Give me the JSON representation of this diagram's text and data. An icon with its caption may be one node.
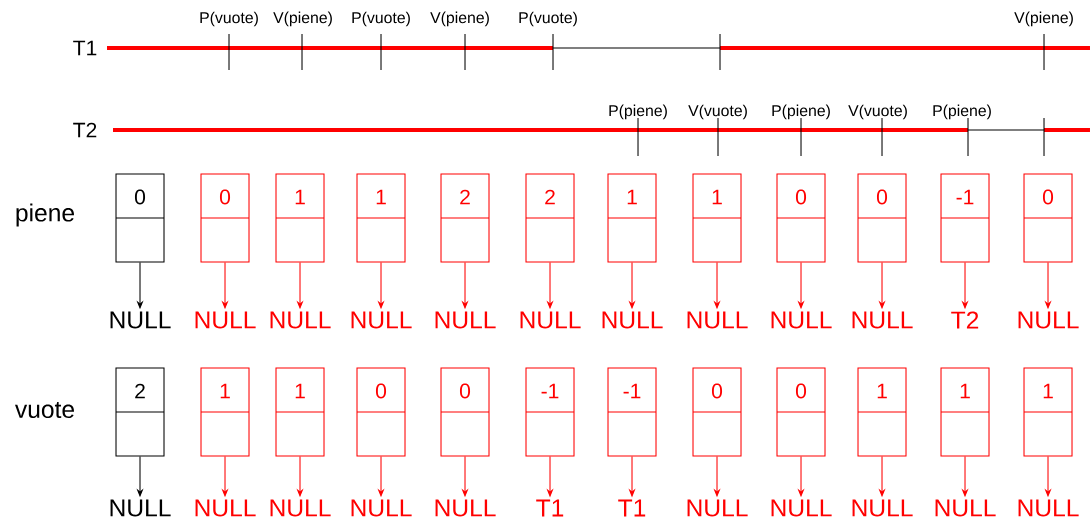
{
  "diagram": {
    "nodes": [
      {
        "text": [
          "0"
        ]
      },
      {
        "text": [
          "0"
        ]
      },
      {
        "text": [
          "1"
        ]
      },
      {
        "text": [
          "1"
        ]
      },
      {
        "text": [
          "2"
        ]
      },
      {
        "text": [
          "2"
        ]
      },
      {
        "text": [
          "1"
        ]
      },
      {
        "text": [
          "1"
        ]
      },
      {
        "text": [
          "0"
        ]
      },
      {
        "text": [
          "0"
        ]
      },
      {
        "text": [
          "-1"
        ]
      },
      {
        "text": [
          "0"
        ]
      },
      {
        "text": [
          "NULL"
        ]
      },
      {
        "text": [
          "NULL"
        ]
      },
      {
        "text": [
          "NULL"
        ]
      },
      {
        "text": [
          "NULL"
        ]
      },
      {
        "text": [
          "NULL"
        ]
      },
      {
        "text": [
          "NULL"
        ]
      },
      {
        "text": [
          "NULL"
        ]
      },
      {
        "text": [
          "NULL"
        ]
      },
      {
        "text": [
          "NULL"
        ]
      },
      {
        "text": [
          "NULL"
        ]
      },
      {
        "text": [
          "T2"
        ]
      },
      {
        "text": [
          "NULL"
        ]
      },
      {
        "text": [
          "2"
        ]
      },
      {
        "text": [
          "1"
        ]
      },
      {
        "text": [
          "1"
        ]
      },
      {
        "text": [
          "0"
        ]
      },
      {
        "text": [
          "0"
        ]
      },
      {
        "text": [
          "-1"
        ]
      },
      {
        "text": [
          "-1"
        ]
      },
      {
        "text": [
          "0"
        ]
      },
      {
        "text": [
          "0"
        ]
      },
      {
        "text": [
          "1"
        ]
      },
      {
        "text": [
          "1"
        ]
      },
      {
        "text": [
          "1"
        ]
      },
      {
        "text": [
          "NULL"
        ]
      },
      {
        "text": [
          "NULL"
        ]
      },
      {
        "text": [
          "NULL"
        ]
      },
      {
        "text": [
          "NULL"
        ]
      },
      {
        "text": [
          "NULL"
        ]
      },
      {
        "text": [
          "T1"
        ]
      },
      {
        "text": [
          "T1"
        ]
      },
      {
        "text": [
          "NULL"
        ]
      },
      {
        "text": [
          "NULL"
        ]
      },
      {
        "text": [
          "NULL"
        ]
      },
      {
        "text": [
          "NULL"
        ]
      },
      {
        "text": [
          "NULL"
        ]
      }
    ],
    "edges": [
      {
        "from": 0,
        "to": 12,
        "arrow": "to",
        "color": "#000000"
      },
      {
        "from": 1,
        "to": 13,
        "arrow": "to"
      },
      {
        "from": 2,
        "to": 14,
        "arrow": "to"
      },
      {
        "from": 3,
        "to": 15,
        "arrow": "to"
      },
      {
        "from": 4,
        "to": 16,
        "arrow": "to"
      },
      {
        "from": 5,
        "to": 17,
        "arrow": "to"
      },
      {
        "from": 6,
        "to": 18,
        "arrow": "to"
      },
      {
        "from": 7,
        "to": 19,
        "arrow": "to"
      },
      {
        "from": 8,
        "to": 20,
        "arrow": "to"
      },
      {
        "from": 9,
        "to": 21,
        "arrow": "to"
      },
      {
        "from": 10,
        "to": 22,
        "arrow": "to"
      },
      {
        "from": 11,
        "to": 23,
        "arrow": "to"
      },
      {
        "from": 24,
        "to": 36,
        "arrow": "to",
        "color": "#000000"
      },
      {
        "from": 25,
        "to": 37,
        "arrow": "to"
      },
      {
        "from": 26,
        "to": 38,
        "arrow": "to"
      },
      {
        "from": 27,
        "to": 39,
        "arrow": "to"
      },
      {
        "from": 28,
        "to": 40,
        "arrow": "to"
      },
      {
        "from": 29,
        "to": 41,
        "arrow": "to"
      },
      {
        "from": 30,
        "to": 42,
        "arrow": "to"
      },
      {
        "from": 31,
        "to": 43,
        "arrow": "to"
      },
      {
        "from": 32,
        "to": 44,
        "arrow": "to"
      },
      {
        "from": 33,
        "to": 45,
        "arrow": "to"
      },
      {
        "from": 34,
        "to": 46,
        "arrow": "to"
      },
      {
        "from": 35,
        "to": 47,
        "arrow": "to"
      }
    ],
    "labels": [
      "P(vuote)",
      "V(piene)",
      "P(vuote)",
      "V(piene)",
      "P(vuote)",
      "V(piene)",
      "T1",
      "P(piene)",
      "V(vuote)",
      "P(piene)",
      "V(vuote)",
      "P(piene)",
      "T2",
      "piene",
      "vuote"
    ]
  }
}
